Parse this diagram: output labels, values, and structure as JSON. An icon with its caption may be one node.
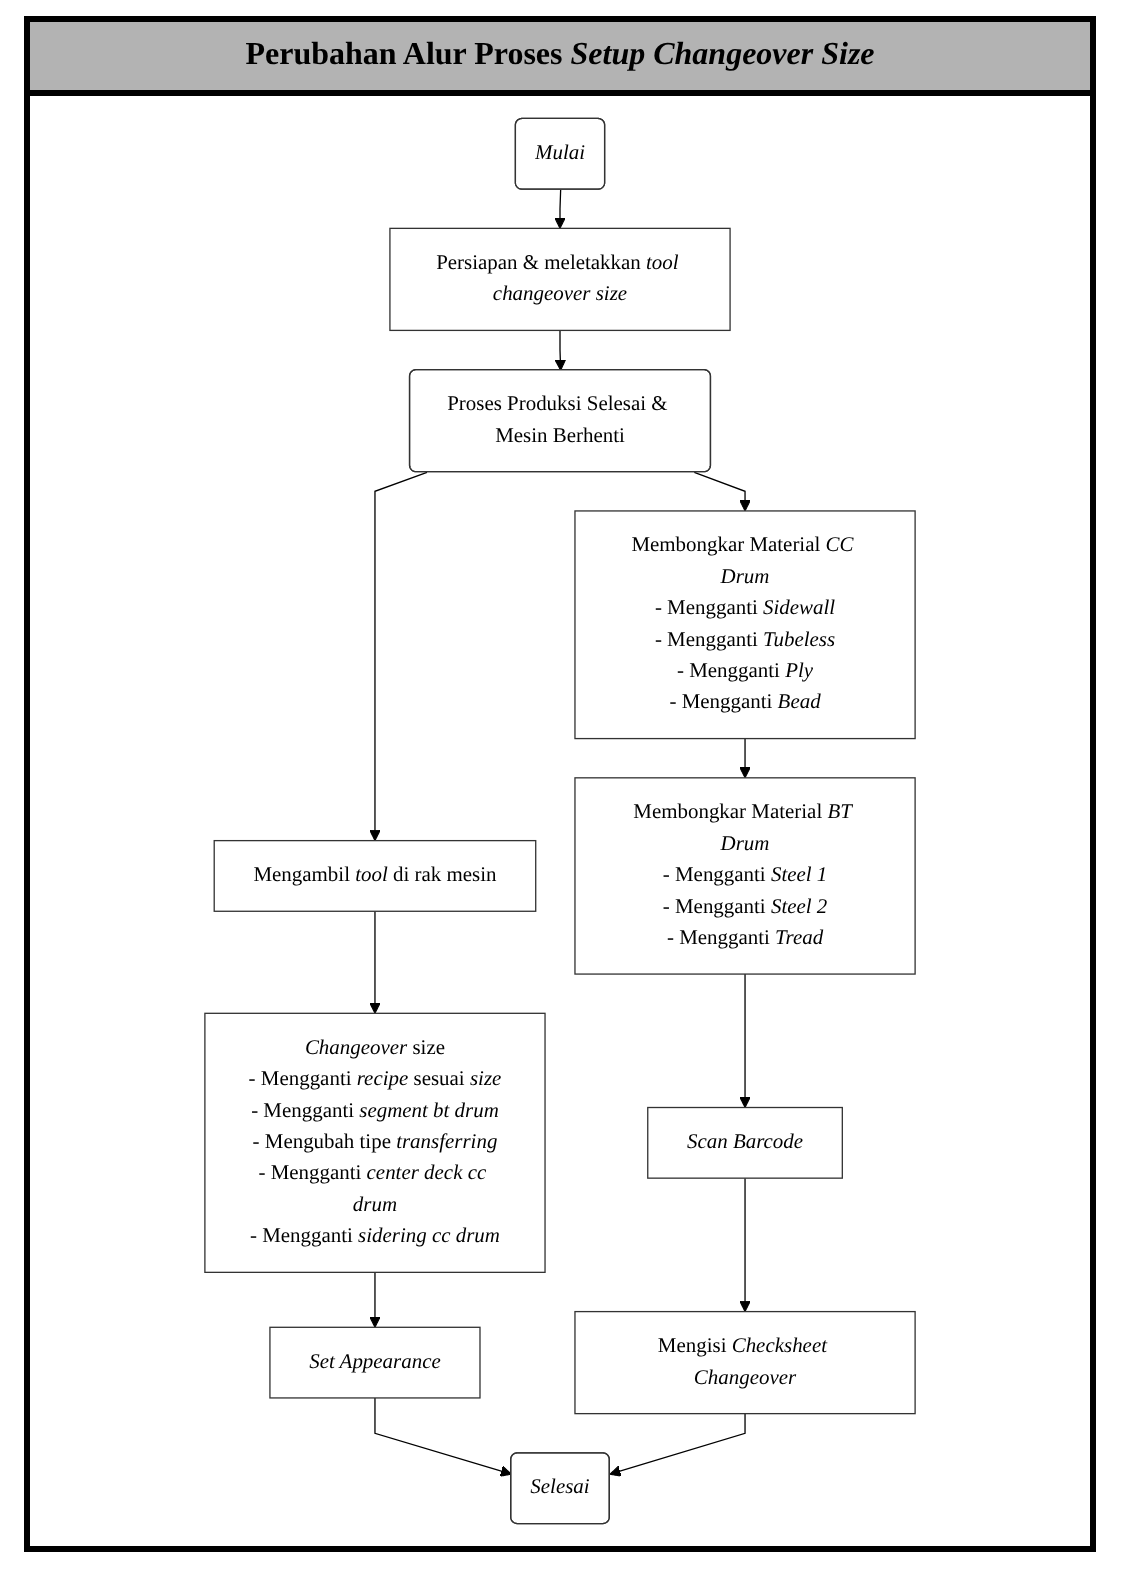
{
  "diagram": {
    "title": "Perubahan Alur Proses *Setup Changeover Size*",
    "nodes": [
      {
        "text": [
          "*Mulai*"
        ]
      },
      {
        "text": [
          "Persiapan & meletakkan *tool changeover size*"
        ]
      },
      {
        "text": [
          "Proses Produksi Selesai & Mesin Berhenti"
        ]
      },
      {
        "text": [
          "Membongkar Material *CC Drum*",
          "- Mengganti *Sidewall*",
          "- Mengganti *Tubeless*",
          "- Mengganti *Ply*",
          "- Mengganti *Bead*"
        ]
      },
      {
        "text": [
          "Mengambil *tool* di rak mesin"
        ]
      },
      {
        "text": [
          "*Changeover* size",
          "- Mengganti *recipe* sesuai *size*",
          "- Mengganti *segment bt drum*",
          "- Mengubah tipe *transferring*",
          "- Mengganti *center deck cc drum*",
          "- Mengganti *sidering cc drum*"
        ]
      },
      {
        "text": [
          "Membongkar Material *BT Drum*",
          "- Mengganti *Steel 1*",
          "- Mengganti *Steel 2*",
          "- Mengganti *Tread*"
        ]
      },
      {
        "text": [
          "*Scan Barcode*"
        ]
      },
      {
        "text": [
          "*Set Appearance*"
        ]
      },
      {
        "text": [
          "Mengisi *Checksheet Changeover*"
        ]
      },
      {
        "text": [
          "*Selesai*"
        ]
      }
    ],
    "edges": [
      {
        "from": 0,
        "to": 1,
        "arrow": "to"
      },
      {
        "from": 1,
        "to": 2,
        "arrow": "to"
      },
      {
        "from": 2,
        "to": 4,
        "arrow": "to"
      },
      {
        "from": 2,
        "to": 3,
        "arrow": "to"
      },
      {
        "from": 4,
        "to": 5,
        "arrow": "to"
      },
      {
        "from": 3,
        "to": 6,
        "arrow": "to"
      },
      {
        "from": 6,
        "to": 7,
        "arrow": "to"
      },
      {
        "from": 5,
        "to": 8,
        "arrow": "to"
      },
      {
        "from": 7,
        "to": 9,
        "arrow": "to"
      },
      {
        "from": 8,
        "to": 10,
        "arrow": "to"
      },
      {
        "from": 9,
        "to": 10,
        "arrow": "to"
      }
    ]
  }
}
